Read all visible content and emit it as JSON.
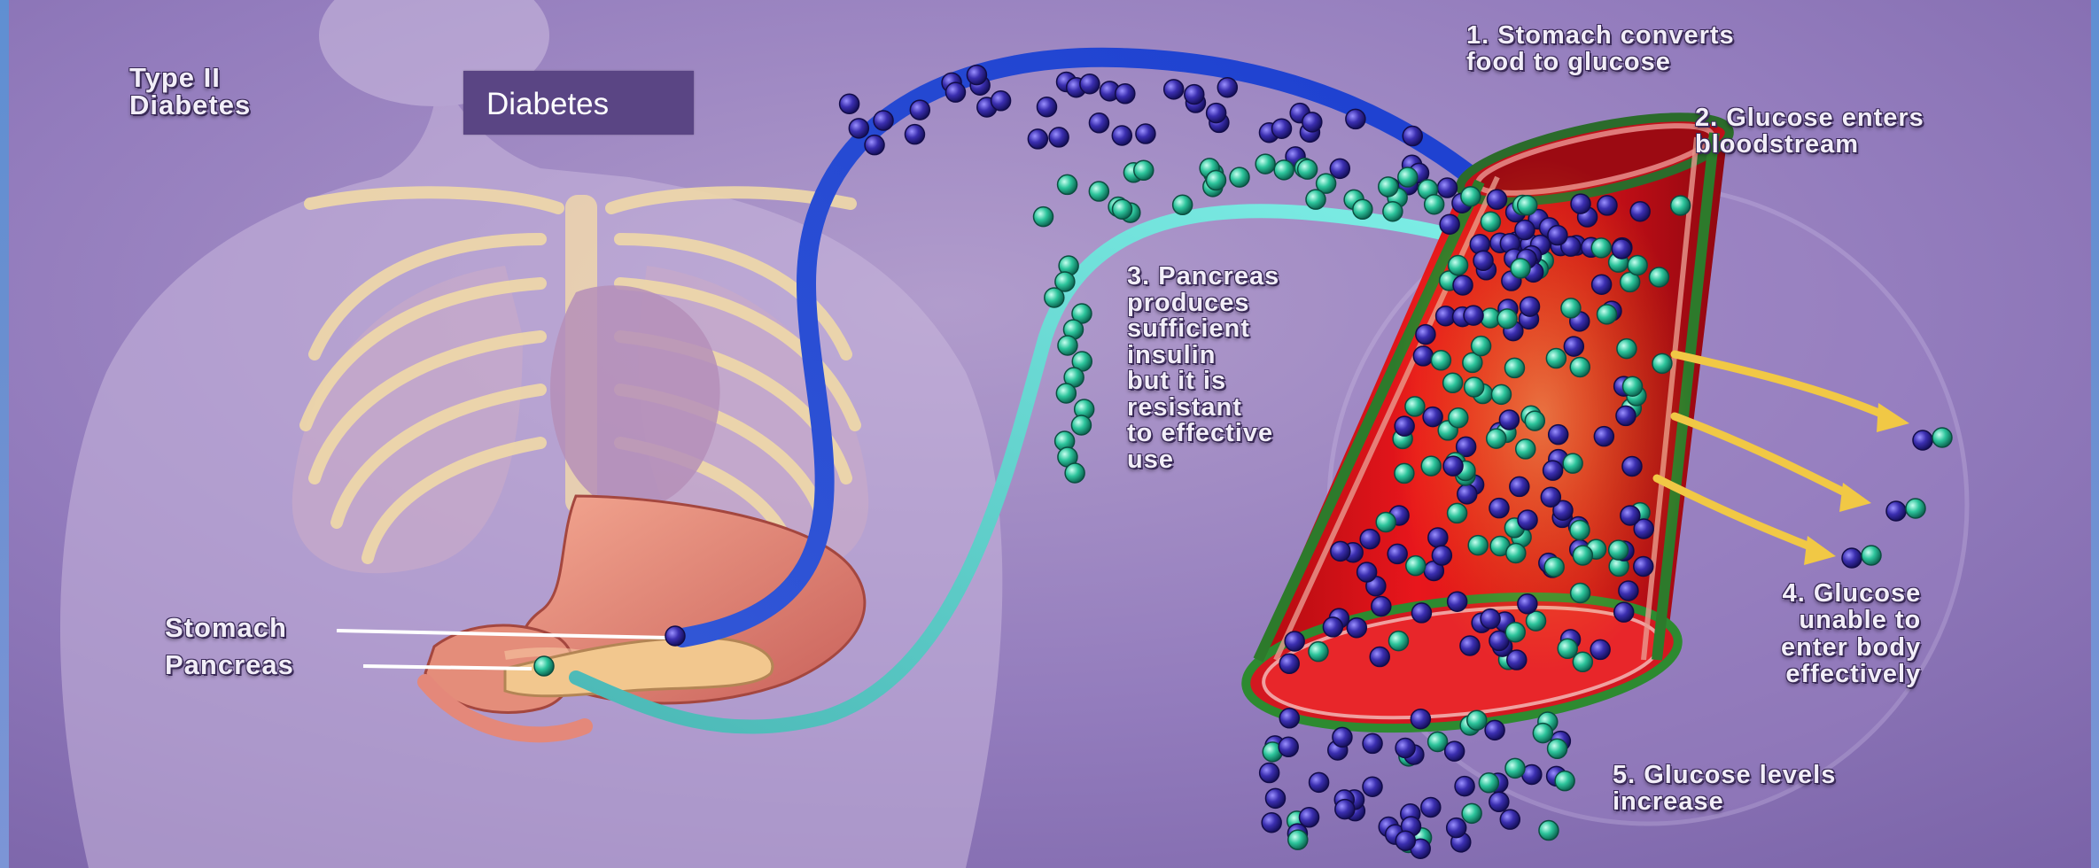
{
  "heading": "Type II\nDiabetes",
  "title_box": "Diabetes",
  "organs": {
    "stomach": "Stomach",
    "pancreas": "Pancreas"
  },
  "steps": {
    "step1": "1. Stomach converts\nfood to glucose",
    "step2": "2. Glucose enters\nbloodstream",
    "step3": "3. Pancreas\nproduces\nsufficient\ninsulin\nbut it is\nresistant\nto effective\nuse",
    "step4": "4. Glucose\nunable to\nenter body\neffectively",
    "step5": "5. Glucose levels\nincrease"
  },
  "colors": {
    "background": "#8e78b6",
    "glucose_molecule": "#3a2f9a",
    "insulin_molecule": "#2fc6a0",
    "blood_vessel": "#d8141a",
    "glucose_arrow": "#2b5ee0",
    "insulin_arrow": "#5fd9d4",
    "escape_arrow": "#f0c540"
  }
}
